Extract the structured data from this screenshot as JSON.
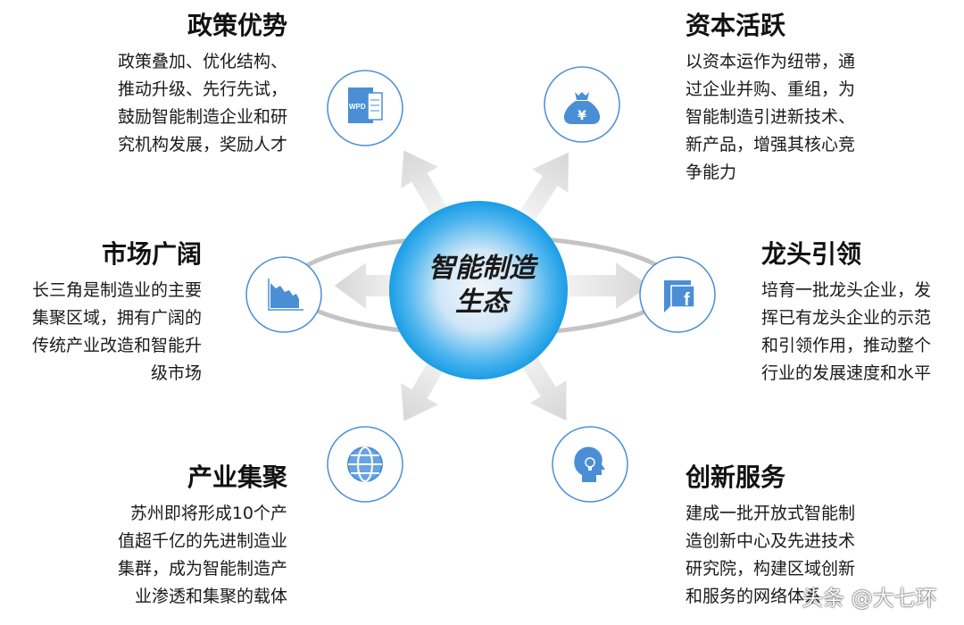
{
  "center": {
    "line1": "智能制造",
    "line2": "生态"
  },
  "colors": {
    "accent": "#4a8fd6",
    "sphere_edge": "#1aa3e8",
    "arrow": "#dcdcdc",
    "ring": "#c4c4c4"
  },
  "nodes": [
    {
      "icon": "wpd-document-icon",
      "title": "政策优势",
      "lines": [
        "政策叠加、优化结构、",
        "推动升级、先行先试，",
        "鼓励智能制造企业和研",
        "究机构发展，奖励人才"
      ]
    },
    {
      "icon": "money-bag-icon",
      "title": "资本活跃",
      "lines": [
        "以资本运作为纽带，通",
        "过企业并购、重组，为",
        "智能制造引进新技术、",
        "新产品，增强其核心竞",
        "争能力"
      ]
    },
    {
      "icon": "area-chart-icon",
      "title": "市场广阔",
      "lines": [
        "长三角是制造业的主要",
        "集聚区域，拥有广阔的",
        "传统产业改造和智能升",
        "级市场"
      ]
    },
    {
      "icon": "facebook-icon",
      "title": "龙头引领",
      "lines": [
        "培育一批龙头企业，发",
        "挥已有龙头企业的示范",
        "和引领作用，推动整个",
        "行业的发展速度和水平"
      ]
    },
    {
      "icon": "globe-icon",
      "title": "产业集聚",
      "lines": [
        "苏州即将形成10个产",
        "值超千亿的先进制造业",
        "集群，成为智能制造产",
        "业渗透和集聚的载体"
      ]
    },
    {
      "icon": "head-lightbulb-icon",
      "title": "创新服务",
      "lines": [
        "建成一批开放式智能制",
        "造创新中心及先进技术",
        "研究院，构建区域创新",
        "和服务的网络体系"
      ]
    }
  ],
  "watermark": "头条 @大七环"
}
